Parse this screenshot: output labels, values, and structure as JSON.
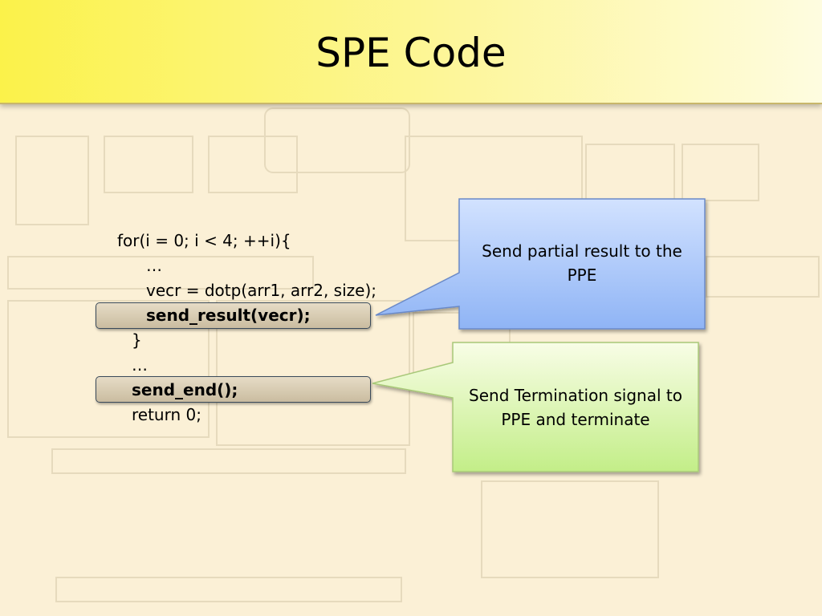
{
  "slide": {
    "title": "SPE Code"
  },
  "code": {
    "lines": [
      "for(i = 0; i < 4; ++i){",
      "…",
      "vecr = dotp(arr1, arr2, size);",
      "send_result(vecr);",
      "}",
      "…",
      "send_end();",
      "return 0;"
    ]
  },
  "callouts": {
    "partial_result": "Send partial result to the PPE",
    "termination": "Send Termination signal to PPE and terminate"
  },
  "colors": {
    "title_gradient_start": "#fbf24a",
    "callout_blue_top": "#c8dcff",
    "callout_blue_bottom": "#8fb4f5",
    "callout_green_top": "#f6fde0",
    "callout_green_bottom": "#c6ef8e"
  }
}
